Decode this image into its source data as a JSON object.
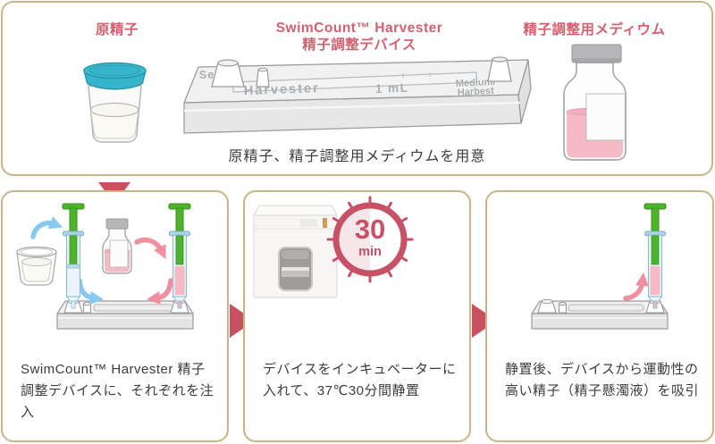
{
  "colors": {
    "panel_border_tan": "#cbb586",
    "accent_red": "#d5606f",
    "flow_arrow_red": "#c8515f",
    "timer_red": "#c75265",
    "cup_lid_teal": "#35b4cb",
    "syringe_green": "#4db32c",
    "liquid_pink": "#f5bac6",
    "arrow_blue": "#88c9f1",
    "arrow_pink": "#f0909f"
  },
  "top_panel": {
    "source_label": "原精子",
    "device_label_line1": "SwimCount™ Harvester",
    "device_label_line2": "精子調整デバイス",
    "medium_label": "精子調整用メディウム",
    "device_markings": {
      "port_left": "Semen",
      "brand": "Harvester",
      "volume": "1 mL",
      "port_right_line1": "Medium/",
      "port_right_line2": "Harbest"
    },
    "caption": "原精子、精子調整用メディウムを用意"
  },
  "steps": [
    {
      "caption": "SwimCount™ Harvester 精子調整デバイスに、それぞれを注入"
    },
    {
      "caption": "デバイスをインキュベーターに入れて、37℃30分間静置",
      "timer": {
        "value": "30",
        "unit": "min"
      }
    },
    {
      "caption": "静置後、デバイスから運動性の高い精子（精子懸濁液）を吸引"
    }
  ]
}
